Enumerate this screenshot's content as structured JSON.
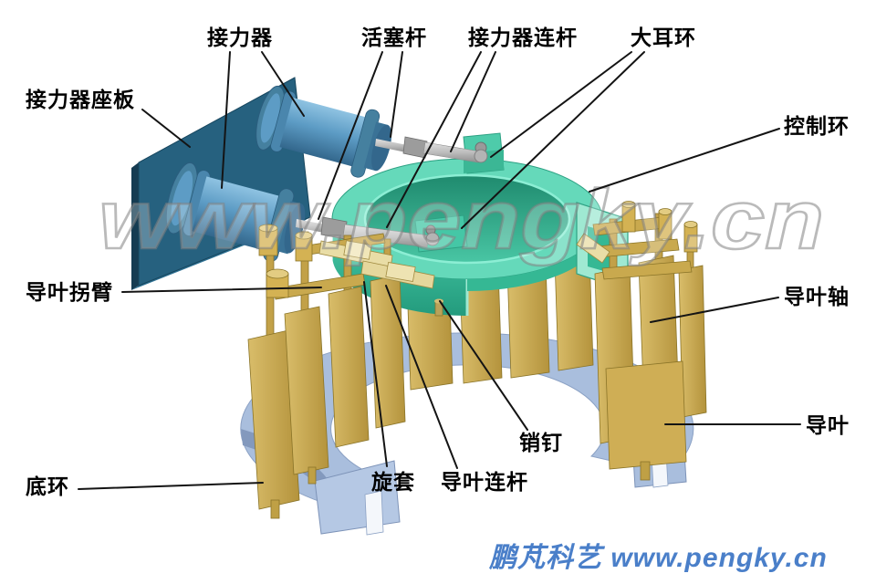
{
  "branding": {
    "watermark": "www.pengky.cn",
    "footer": "鹏芃科艺 www.pengky.cn",
    "footer_color": "#4a7fc9"
  },
  "labels": [
    {
      "id": "servomotor-seat-plate",
      "text": "接力器座板"
    },
    {
      "id": "servomotor",
      "text": "接力器"
    },
    {
      "id": "piston-rod",
      "text": "活塞杆"
    },
    {
      "id": "servomotor-link",
      "text": "接力器连杆"
    },
    {
      "id": "big-ear-ring",
      "text": "大耳环"
    },
    {
      "id": "control-ring",
      "text": "控制环"
    },
    {
      "id": "guide-vane-crank-arm",
      "text": "导叶拐臂"
    },
    {
      "id": "guide-vane-shaft",
      "text": "导叶轴"
    },
    {
      "id": "guide-vane",
      "text": "导叶"
    },
    {
      "id": "bottom-ring",
      "text": "底环"
    },
    {
      "id": "rotating-sleeve",
      "text": "旋套"
    },
    {
      "id": "guide-vane-link",
      "text": "导叶连杆"
    },
    {
      "id": "pin",
      "text": "销钉"
    }
  ],
  "palette": {
    "background": "#ffffff",
    "seat_plate": "#26617f",
    "servomotor_blue": "#5d9cc5",
    "control_ring_teal": "#3fc3a0",
    "gold_parts": "#c9a94e",
    "link_beige": "#e9dda6",
    "rod_silver": "#c0c0c0",
    "bottom_ring_blue": "#a9bedd",
    "label_text": "#000000",
    "leader_line": "#141414",
    "watermark_gray": "#8f8f8f",
    "footer_blue": "#4a7fc9"
  }
}
